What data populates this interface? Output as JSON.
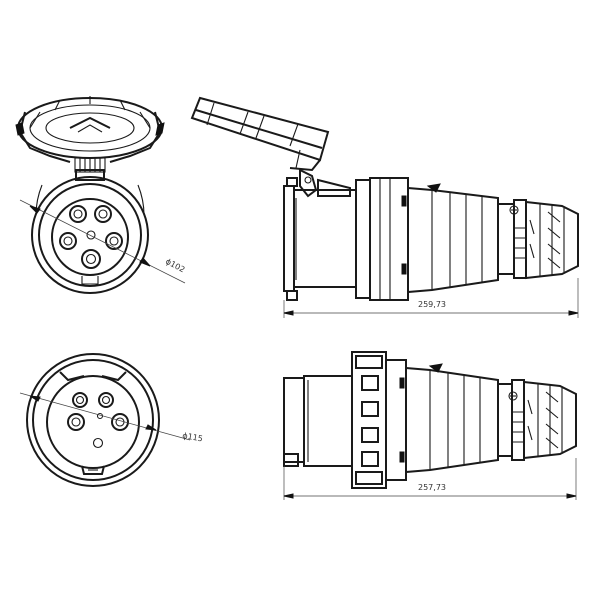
{
  "dimensions": {
    "socket_diameter": "ϕ102",
    "plug_diameter": "ϕ115",
    "socket_length": "259,73",
    "plug_length": "257,73"
  },
  "colors": {
    "line": "#1a1a1a",
    "fill_dark": "#111111",
    "background": "#ffffff"
  }
}
